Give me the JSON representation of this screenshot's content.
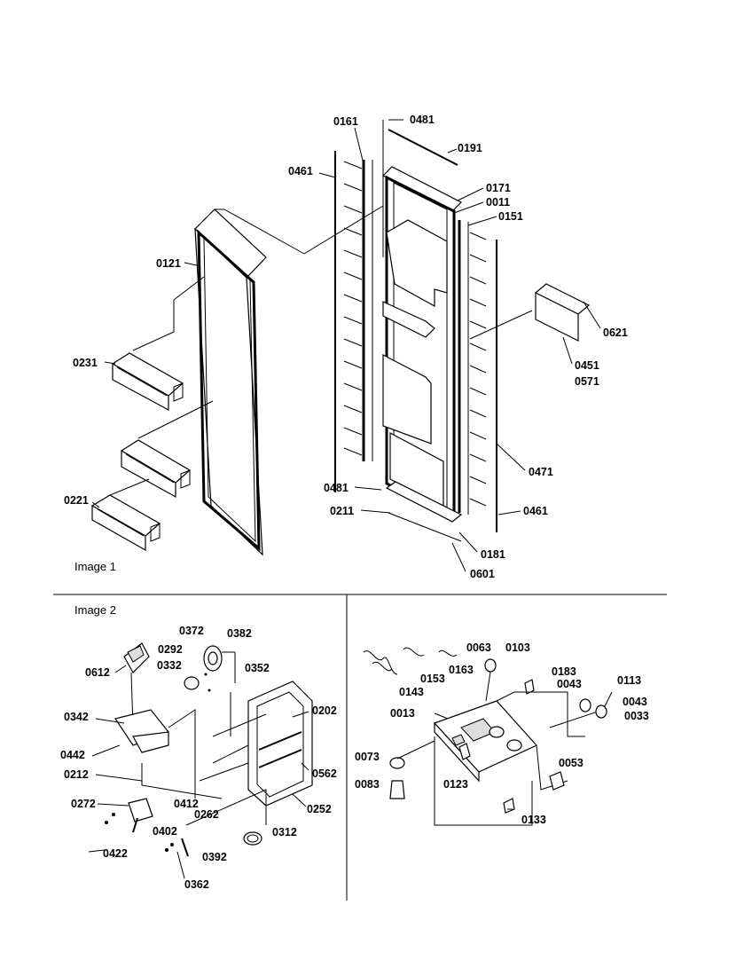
{
  "images": {
    "image1": "Image 1",
    "image2": "Image 2"
  },
  "labels": {
    "p0161": "0161",
    "p0481_top": "0481",
    "p0191": "0191",
    "p0461_top": "0461",
    "p0171": "0171",
    "p0011": "0011",
    "p0151": "0151",
    "p0121": "0121",
    "p0621": "0621",
    "p0231": "0231",
    "p0451": "0451",
    "p0571": "0571",
    "p0471": "0471",
    "p0481_bot": "0481",
    "p0211": "0211",
    "p0461_bot": "0461",
    "p0221": "0221",
    "p0181": "0181",
    "p0601": "0601",
    "p0372": "0372",
    "p0382": "0382",
    "p0292": "0292",
    "p0612": "0612",
    "p0332": "0332",
    "p0352": "0352",
    "p0342": "0342",
    "p0202": "0202",
    "p0442": "0442",
    "p0212": "0212",
    "p0562": "0562",
    "p0272": "0272",
    "p0412": "0412",
    "p0262": "0262",
    "p0252": "0252",
    "p0402": "0402",
    "p0312": "0312",
    "p0422": "0422",
    "p0392": "0392",
    "p0362": "0362",
    "p0063": "0063",
    "p0103": "0103",
    "p0183": "0183",
    "p0153": "0153",
    "p0163": "0163",
    "p0143": "0143",
    "p0043a": "0043",
    "p0113": "0113",
    "p0013": "0013",
    "p0043b": "0043",
    "p0033": "0033",
    "p0073": "0073",
    "p0053": "0053",
    "p0123": "0123",
    "p0083": "0083",
    "p0133": "0133"
  }
}
